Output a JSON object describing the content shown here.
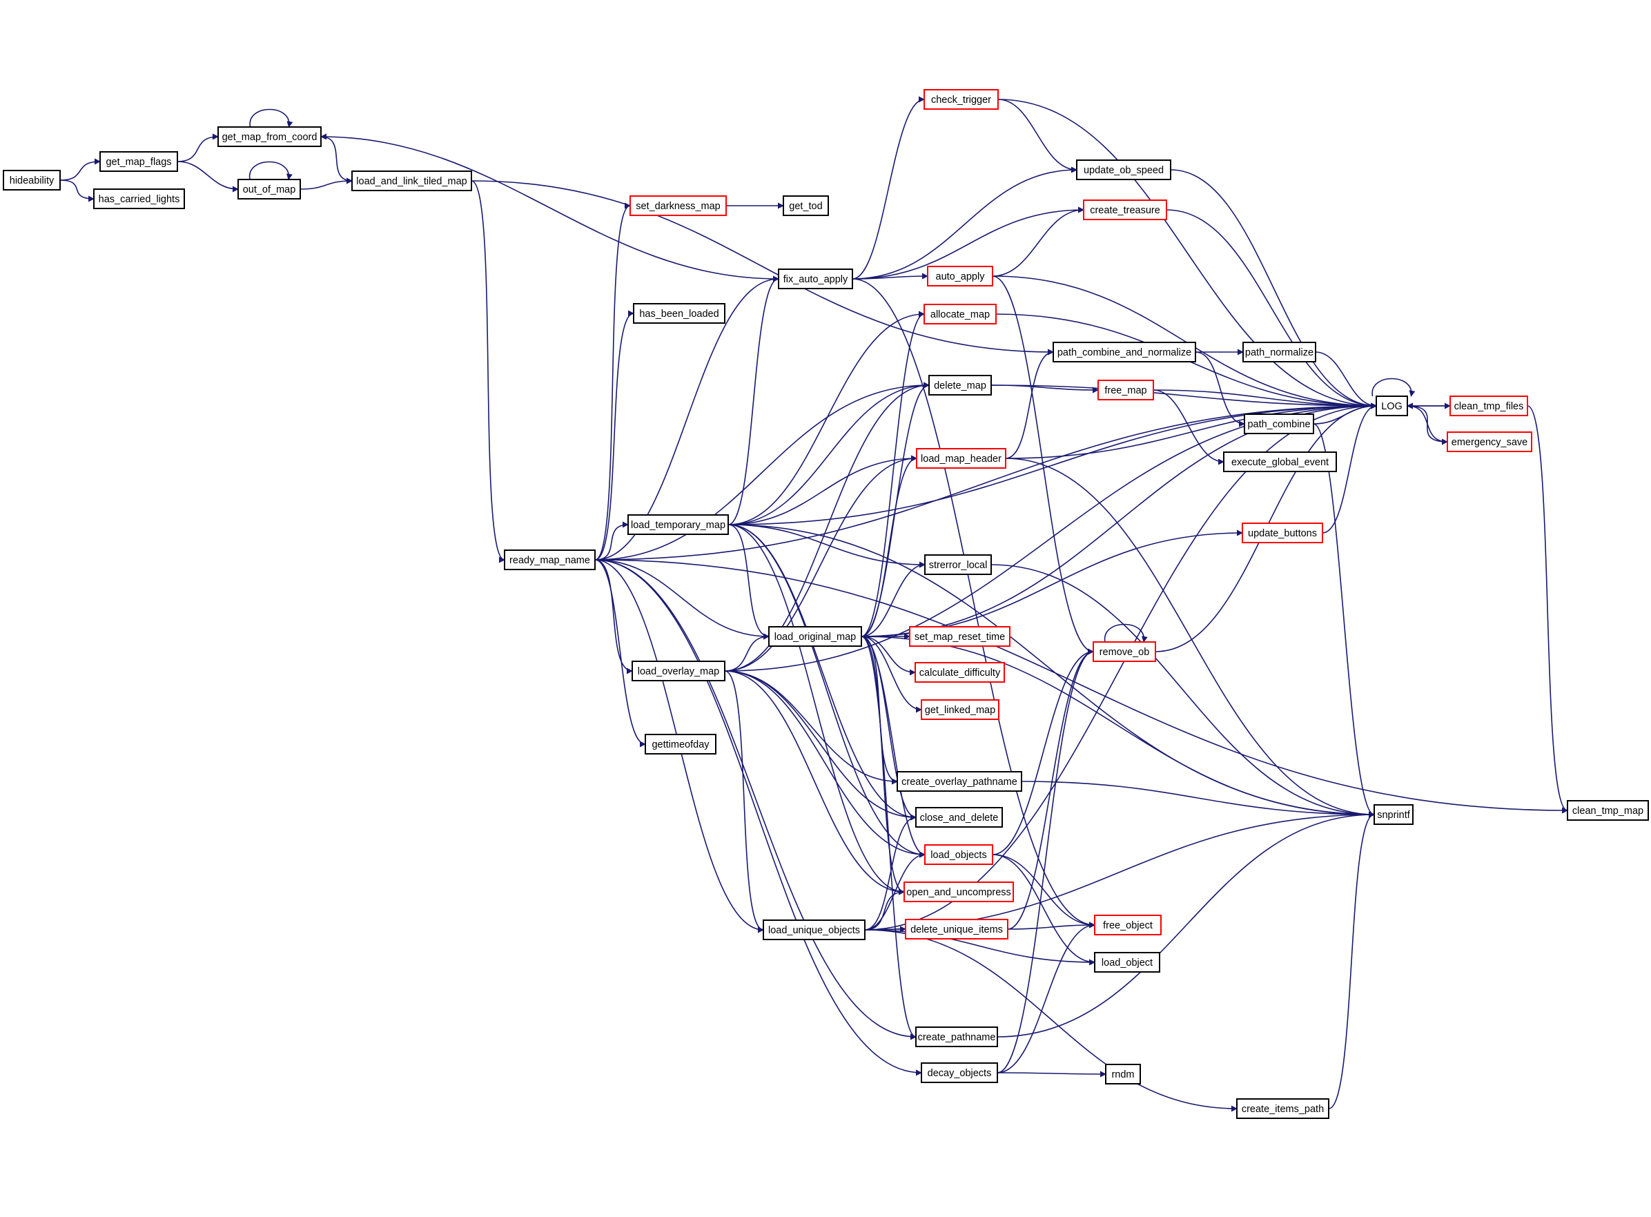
{
  "colors": {
    "edge": "#191970",
    "root_fill": "#bfbfbf",
    "border_documented": "#000000",
    "border_undocumented": "#ff0000"
  },
  "nodes": [
    {
      "id": "hideability",
      "label": "hideability",
      "style": "root"
    },
    {
      "id": "get_map_flags",
      "label": "get_map_flags",
      "style": "black"
    },
    {
      "id": "has_carried_lights",
      "label": "has_carried_lights",
      "style": "black"
    },
    {
      "id": "get_map_from_coord",
      "label": "get_map_from_coord",
      "style": "black"
    },
    {
      "id": "out_of_map",
      "label": "out_of_map",
      "style": "black"
    },
    {
      "id": "load_and_link_tiled_map",
      "label": "load_and_link_tiled_map",
      "style": "black"
    },
    {
      "id": "ready_map_name",
      "label": "ready_map_name",
      "style": "black"
    },
    {
      "id": "set_darkness_map",
      "label": "set_darkness_map",
      "style": "red"
    },
    {
      "id": "get_tod",
      "label": "get_tod",
      "style": "black"
    },
    {
      "id": "fix_auto_apply",
      "label": "fix_auto_apply",
      "style": "black"
    },
    {
      "id": "has_been_loaded",
      "label": "has_been_loaded",
      "style": "black"
    },
    {
      "id": "load_temporary_map",
      "label": "load_temporary_map",
      "style": "black"
    },
    {
      "id": "load_original_map",
      "label": "load_original_map",
      "style": "black"
    },
    {
      "id": "load_overlay_map",
      "label": "load_overlay_map",
      "style": "black"
    },
    {
      "id": "gettimeofday",
      "label": "gettimeofday",
      "style": "black"
    },
    {
      "id": "load_unique_objects",
      "label": "load_unique_objects",
      "style": "black"
    },
    {
      "id": "check_trigger",
      "label": "check_trigger",
      "style": "red"
    },
    {
      "id": "create_treasure",
      "label": "create_treasure",
      "style": "red"
    },
    {
      "id": "auto_apply",
      "label": "auto_apply",
      "style": "red"
    },
    {
      "id": "allocate_map",
      "label": "allocate_map",
      "style": "red"
    },
    {
      "id": "delete_map",
      "label": "delete_map",
      "style": "black"
    },
    {
      "id": "load_map_header",
      "label": "load_map_header",
      "style": "red"
    },
    {
      "id": "strerror_local",
      "label": "strerror_local",
      "style": "black"
    },
    {
      "id": "set_map_reset_time",
      "label": "set_map_reset_time",
      "style": "red"
    },
    {
      "id": "calculate_difficulty",
      "label": "calculate_difficulty",
      "style": "red"
    },
    {
      "id": "get_linked_map",
      "label": "get_linked_map",
      "style": "red"
    },
    {
      "id": "create_overlay_pathname",
      "label": "create_overlay_pathname",
      "style": "black"
    },
    {
      "id": "close_and_delete",
      "label": "close_and_delete",
      "style": "black"
    },
    {
      "id": "load_objects",
      "label": "load_objects",
      "style": "red"
    },
    {
      "id": "open_and_uncompress",
      "label": "open_and_uncompress",
      "style": "red"
    },
    {
      "id": "delete_unique_items",
      "label": "delete_unique_items",
      "style": "red"
    },
    {
      "id": "create_pathname",
      "label": "create_pathname",
      "style": "black"
    },
    {
      "id": "decay_objects",
      "label": "decay_objects",
      "style": "black"
    },
    {
      "id": "update_ob_speed",
      "label": "update_ob_speed",
      "style": "black"
    },
    {
      "id": "path_combine_and_normalize",
      "label": "path_combine_and_normalize",
      "style": "black"
    },
    {
      "id": "free_map",
      "label": "free_map",
      "style": "red"
    },
    {
      "id": "execute_global_event",
      "label": "execute_global_event",
      "style": "black"
    },
    {
      "id": "update_buttons",
      "label": "update_buttons",
      "style": "red"
    },
    {
      "id": "remove_ob",
      "label": "remove_ob",
      "style": "red"
    },
    {
      "id": "free_object",
      "label": "free_object",
      "style": "red"
    },
    {
      "id": "load_object",
      "label": "load_object",
      "style": "black"
    },
    {
      "id": "rndm",
      "label": "rndm",
      "style": "black"
    },
    {
      "id": "create_items_path",
      "label": "create_items_path",
      "style": "black"
    },
    {
      "id": "path_normalize",
      "label": "path_normalize",
      "style": "black"
    },
    {
      "id": "path_combine",
      "label": "path_combine",
      "style": "black"
    },
    {
      "id": "LOG",
      "label": "LOG",
      "style": "black"
    },
    {
      "id": "snprintf",
      "label": "snprintf",
      "style": "black"
    },
    {
      "id": "clean_tmp_files",
      "label": "clean_tmp_files",
      "style": "red"
    },
    {
      "id": "emergency_save",
      "label": "emergency_save",
      "style": "red"
    },
    {
      "id": "clean_tmp_map",
      "label": "clean_tmp_map",
      "style": "black"
    }
  ],
  "edges": [
    [
      "hideability",
      "get_map_flags"
    ],
    [
      "hideability",
      "has_carried_lights"
    ],
    [
      "get_map_flags",
      "get_map_from_coord"
    ],
    [
      "get_map_flags",
      "out_of_map"
    ],
    [
      "get_map_from_coord",
      "get_map_from_coord"
    ],
    [
      "get_map_from_coord",
      "load_and_link_tiled_map"
    ],
    [
      "out_of_map",
      "out_of_map"
    ],
    [
      "out_of_map",
      "load_and_link_tiled_map"
    ],
    [
      "load_and_link_tiled_map",
      "ready_map_name"
    ],
    [
      "load_and_link_tiled_map",
      "path_combine_and_normalize"
    ],
    [
      "ready_map_name",
      "set_darkness_map"
    ],
    [
      "ready_map_name",
      "fix_auto_apply"
    ],
    [
      "ready_map_name",
      "has_been_loaded"
    ],
    [
      "ready_map_name",
      "load_temporary_map"
    ],
    [
      "ready_map_name",
      "load_original_map"
    ],
    [
      "ready_map_name",
      "load_overlay_map"
    ],
    [
      "ready_map_name",
      "gettimeofday"
    ],
    [
      "ready_map_name",
      "load_unique_objects"
    ],
    [
      "ready_map_name",
      "delete_map"
    ],
    [
      "ready_map_name",
      "create_pathname"
    ],
    [
      "ready_map_name",
      "decay_objects"
    ],
    [
      "ready_map_name",
      "LOG"
    ],
    [
      "ready_map_name",
      "clean_tmp_map"
    ],
    [
      "set_darkness_map",
      "get_tod"
    ],
    [
      "fix_auto_apply",
      "check_trigger"
    ],
    [
      "fix_auto_apply",
      "update_ob_speed"
    ],
    [
      "fix_auto_apply",
      "create_treasure"
    ],
    [
      "fix_auto_apply",
      "auto_apply"
    ],
    [
      "fix_auto_apply",
      "get_map_from_coord"
    ],
    [
      "fix_auto_apply",
      "free_object"
    ],
    [
      "load_temporary_map",
      "fix_auto_apply"
    ],
    [
      "load_temporary_map",
      "allocate_map"
    ],
    [
      "load_temporary_map",
      "delete_map"
    ],
    [
      "load_temporary_map",
      "load_map_header"
    ],
    [
      "load_temporary_map",
      "strerror_local"
    ],
    [
      "load_temporary_map",
      "load_original_map"
    ],
    [
      "load_temporary_map",
      "close_and_delete"
    ],
    [
      "load_temporary_map",
      "load_objects"
    ],
    [
      "load_temporary_map",
      "open_and_uncompress"
    ],
    [
      "load_temporary_map",
      "LOG"
    ],
    [
      "load_temporary_map",
      "snprintf"
    ],
    [
      "load_original_map",
      "allocate_map"
    ],
    [
      "load_original_map",
      "delete_map"
    ],
    [
      "load_original_map",
      "load_map_header"
    ],
    [
      "load_original_map",
      "strerror_local"
    ],
    [
      "load_original_map",
      "set_map_reset_time"
    ],
    [
      "load_original_map",
      "calculate_difficulty"
    ],
    [
      "load_original_map",
      "get_linked_map"
    ],
    [
      "load_original_map",
      "create_overlay_pathname"
    ],
    [
      "load_original_map",
      "close_and_delete"
    ],
    [
      "load_original_map",
      "load_objects"
    ],
    [
      "load_original_map",
      "open_and_uncompress"
    ],
    [
      "load_original_map",
      "create_pathname"
    ],
    [
      "load_original_map",
      "update_buttons"
    ],
    [
      "load_original_map",
      "LOG"
    ],
    [
      "load_original_map",
      "snprintf"
    ],
    [
      "load_overlay_map",
      "load_original_map"
    ],
    [
      "load_overlay_map",
      "delete_map"
    ],
    [
      "load_overlay_map",
      "load_map_header"
    ],
    [
      "load_overlay_map",
      "create_overlay_pathname"
    ],
    [
      "load_overlay_map",
      "close_and_delete"
    ],
    [
      "load_overlay_map",
      "load_objects"
    ],
    [
      "load_overlay_map",
      "open_and_uncompress"
    ],
    [
      "load_overlay_map",
      "load_unique_objects"
    ],
    [
      "load_overlay_map",
      "LOG"
    ],
    [
      "load_unique_objects",
      "load_objects"
    ],
    [
      "load_unique_objects",
      "open_and_uncompress"
    ],
    [
      "load_unique_objects",
      "close_and_delete"
    ],
    [
      "load_unique_objects",
      "delete_unique_items"
    ],
    [
      "load_unique_objects",
      "load_object"
    ],
    [
      "load_unique_objects",
      "create_items_path"
    ],
    [
      "load_unique_objects",
      "LOG"
    ],
    [
      "load_unique_objects",
      "snprintf"
    ],
    [
      "check_trigger",
      "update_ob_speed"
    ],
    [
      "check_trigger",
      "LOG"
    ],
    [
      "update_ob_speed",
      "LOG"
    ],
    [
      "create_treasure",
      "LOG"
    ],
    [
      "auto_apply",
      "create_treasure"
    ],
    [
      "auto_apply",
      "remove_ob"
    ],
    [
      "auto_apply",
      "LOG"
    ],
    [
      "allocate_map",
      "LOG"
    ],
    [
      "delete_map",
      "free_map"
    ],
    [
      "delete_map",
      "LOG"
    ],
    [
      "load_map_header",
      "path_combine_and_normalize"
    ],
    [
      "load_map_header",
      "LOG"
    ],
    [
      "load_map_header",
      "snprintf"
    ],
    [
      "strerror_local",
      "snprintf"
    ],
    [
      "create_overlay_pathname",
      "snprintf"
    ],
    [
      "load_objects",
      "free_object"
    ],
    [
      "load_objects",
      "load_object"
    ],
    [
      "load_objects",
      "remove_ob"
    ],
    [
      "delete_unique_items",
      "free_object"
    ],
    [
      "delete_unique_items",
      "remove_ob"
    ],
    [
      "create_pathname",
      "snprintf"
    ],
    [
      "decay_objects",
      "rndm"
    ],
    [
      "decay_objects",
      "free_object"
    ],
    [
      "decay_objects",
      "remove_ob"
    ],
    [
      "path_combine_and_normalize",
      "path_normalize"
    ],
    [
      "path_combine_and_normalize",
      "path_combine"
    ],
    [
      "path_normalize",
      "LOG"
    ],
    [
      "path_combine",
      "LOG"
    ],
    [
      "path_combine",
      "snprintf"
    ],
    [
      "free_map",
      "LOG"
    ],
    [
      "free_map",
      "execute_global_event"
    ],
    [
      "update_buttons",
      "LOG"
    ],
    [
      "remove_ob",
      "remove_ob"
    ],
    [
      "remove_ob",
      "LOG"
    ],
    [
      "create_items_path",
      "snprintf"
    ],
    [
      "LOG",
      "LOG"
    ],
    [
      "LOG",
      "clean_tmp_files"
    ],
    [
      "LOG",
      "emergency_save"
    ],
    [
      "clean_tmp_files",
      "LOG"
    ],
    [
      "emergency_save",
      "LOG"
    ],
    [
      "clean_tmp_files",
      "clean_tmp_map"
    ]
  ]
}
